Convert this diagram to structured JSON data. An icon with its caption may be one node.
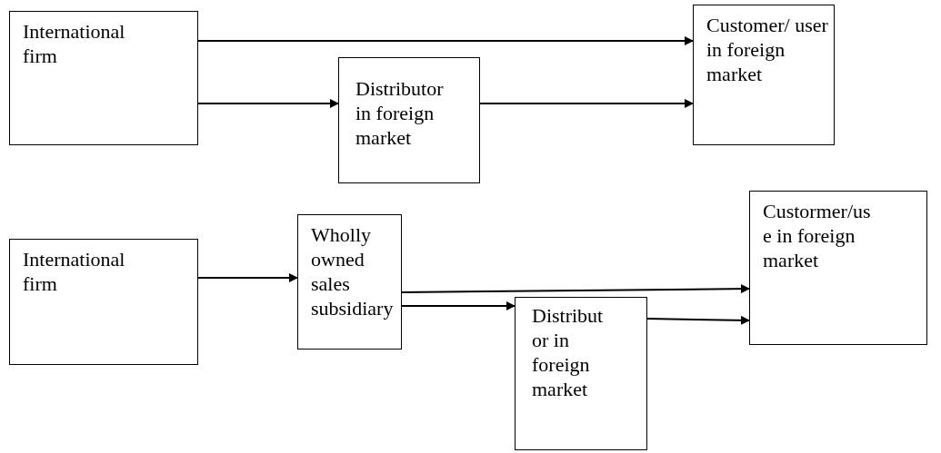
{
  "diagram": {
    "nodes": [
      {
        "text": [
          "International firm"
        ]
      },
      {
        "text": [
          "Customer/ user in foreign market"
        ]
      },
      {
        "text": [
          "Distributor in foreign market"
        ]
      },
      {
        "text": [
          "International firm"
        ]
      },
      {
        "text": [
          "Wholly owned sales subsidiary"
        ]
      },
      {
        "text": [
          "Distribut or in foreign market"
        ]
      },
      {
        "text": [
          "Custormer/us e in foreign market"
        ]
      }
    ],
    "edges": [
      {
        "from": 0,
        "to": 1,
        "arrow": "to"
      },
      {
        "from": 0,
        "to": 2,
        "arrow": "to"
      },
      {
        "from": 2,
        "to": 1,
        "arrow": "to"
      },
      {
        "from": 3,
        "to": 4,
        "arrow": "to"
      },
      {
        "from": 4,
        "to": 6,
        "arrow": "to"
      },
      {
        "from": 4,
        "to": 5,
        "arrow": "to"
      },
      {
        "from": 5,
        "to": 6,
        "arrow": "to"
      }
    ]
  }
}
